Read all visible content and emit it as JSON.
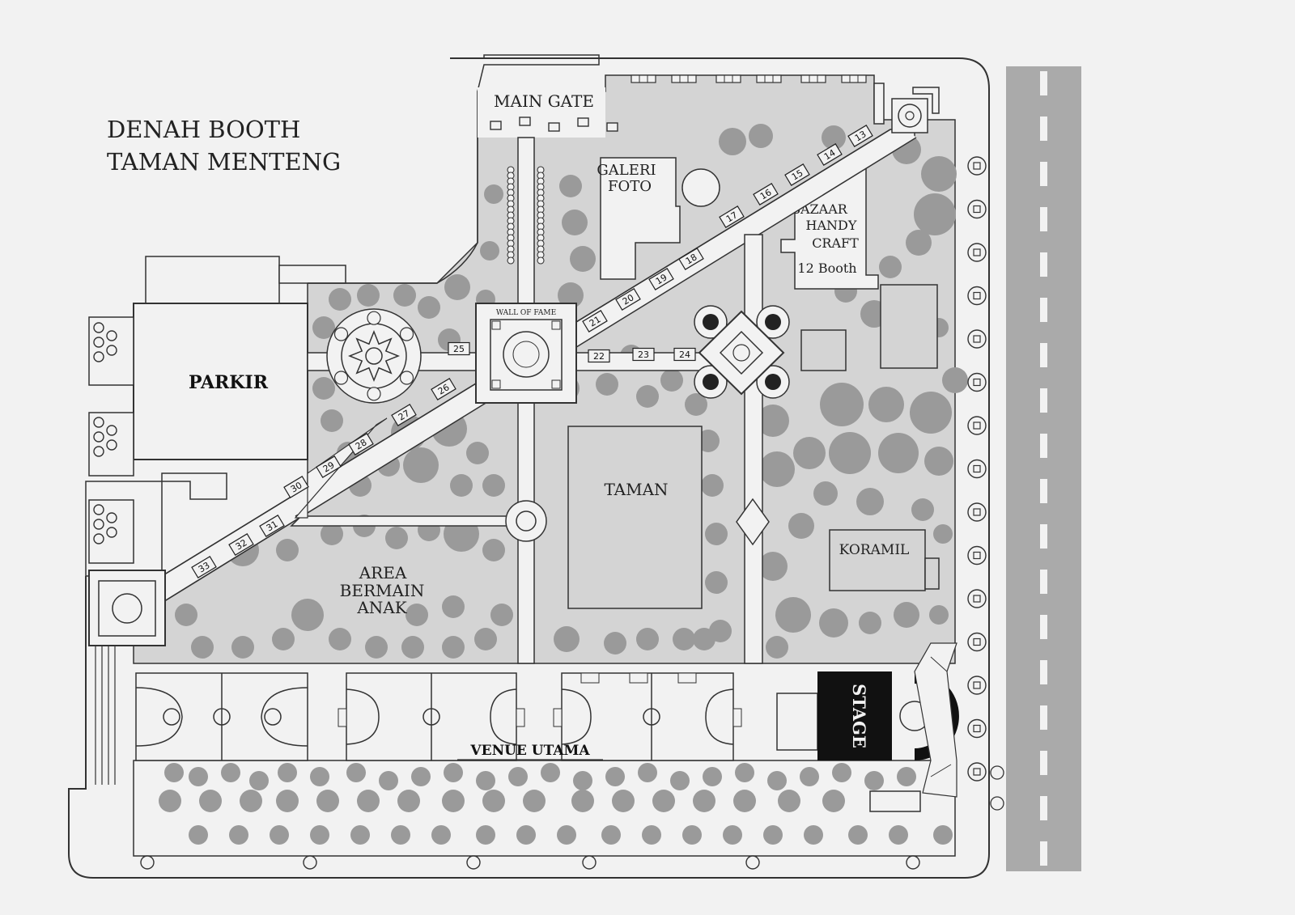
{
  "title": {
    "line1": "DENAH BOOTH",
    "line2": "TAMAN MENTENG"
  },
  "labels": {
    "main_gate": "MAIN GATE",
    "galeri_line1": "GALERI",
    "galeri_line2": "FOTO",
    "bazaar_line1": "BAZAAR",
    "bazaar_line2": "HANDY",
    "bazaar_line3": "CRAFT",
    "bazaar_count": "12 Booth",
    "wall_of_fame": "WALL OF FAME",
    "parkir": "PARKIR",
    "taman": "TAMAN",
    "area_line1": "AREA",
    "area_line2": "BERMAIN",
    "area_line3": "ANAK",
    "koramil": "KORAMIL",
    "venue_utama": "VENUE UTAMA",
    "stage": "STAGE"
  },
  "booths": [
    "13",
    "14",
    "15",
    "16",
    "17",
    "18",
    "19",
    "20",
    "21",
    "22",
    "23",
    "24",
    "25",
    "26",
    "27",
    "28",
    "29",
    "30",
    "31",
    "32",
    "33"
  ],
  "colors": {
    "ground": "#d4d4d4",
    "tree": "#9a9a9a",
    "road": "#aaaaaa",
    "stage": "#111111",
    "outline": "#333333",
    "paper": "#f2f2f2"
  }
}
